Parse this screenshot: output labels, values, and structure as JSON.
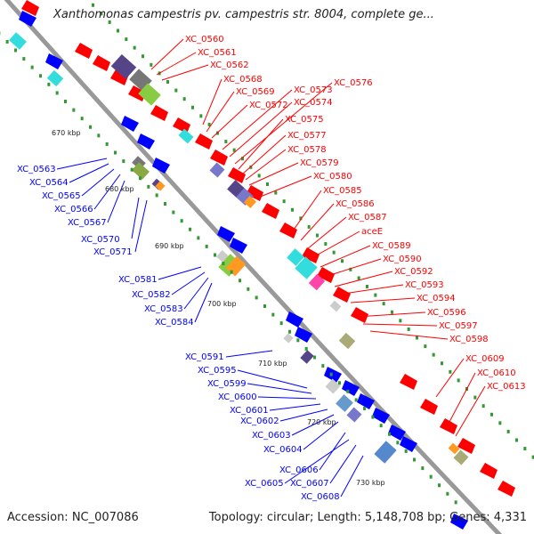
{
  "title": "Xanthomonas campestris pv. campestris str. 8004, complete ge...",
  "footer": {
    "accession": "Accession: NC_007086",
    "topology": "Topology: circular; Length: 5,148,708 bp; Genes: 4,331"
  },
  "colors": {
    "backbone": "#999999",
    "forward_gene": "#ff0000",
    "reverse_gene": "#0000ff",
    "forward_label": "#ff0000",
    "reverse_label": "#0000ff",
    "tick": "#339933"
  },
  "tick_labels": [
    "670 kbp",
    "680 kbp",
    "690 kbp",
    "700 kbp",
    "710 kbp",
    "720 kbp",
    "730 kbp"
  ],
  "forward_labels": [
    "XC_0560",
    "XC_0561",
    "XC_0562",
    "XC_0568",
    "XC_0569",
    "XC_0572",
    "XC_0573",
    "XC_0574",
    "XC_0576",
    "XC_0575",
    "XC_0577",
    "XC_0578",
    "XC_0579",
    "XC_0580",
    "XC_0585",
    "XC_0586",
    "XC_0587",
    "aceE",
    "XC_0589",
    "XC_0590",
    "XC_0592",
    "XC_0593",
    "XC_0594",
    "XC_0596",
    "XC_0597",
    "XC_0598",
    "XC_0609",
    "XC_0610",
    "XC_0613"
  ],
  "reverse_labels": [
    "XC_0563",
    "XC_0564",
    "XC_0565",
    "XC_0566",
    "XC_0567",
    "XC_0570",
    "XC_0571",
    "XC_0581",
    "XC_0582",
    "XC_0583",
    "XC_0584",
    "XC_0591",
    "XC_0595",
    "XC_0599",
    "XC_0600",
    "XC_0601",
    "XC_0602",
    "XC_0603",
    "XC_0604",
    "XC_0606",
    "XC_0605",
    "XC_0607",
    "XC_0608"
  ]
}
